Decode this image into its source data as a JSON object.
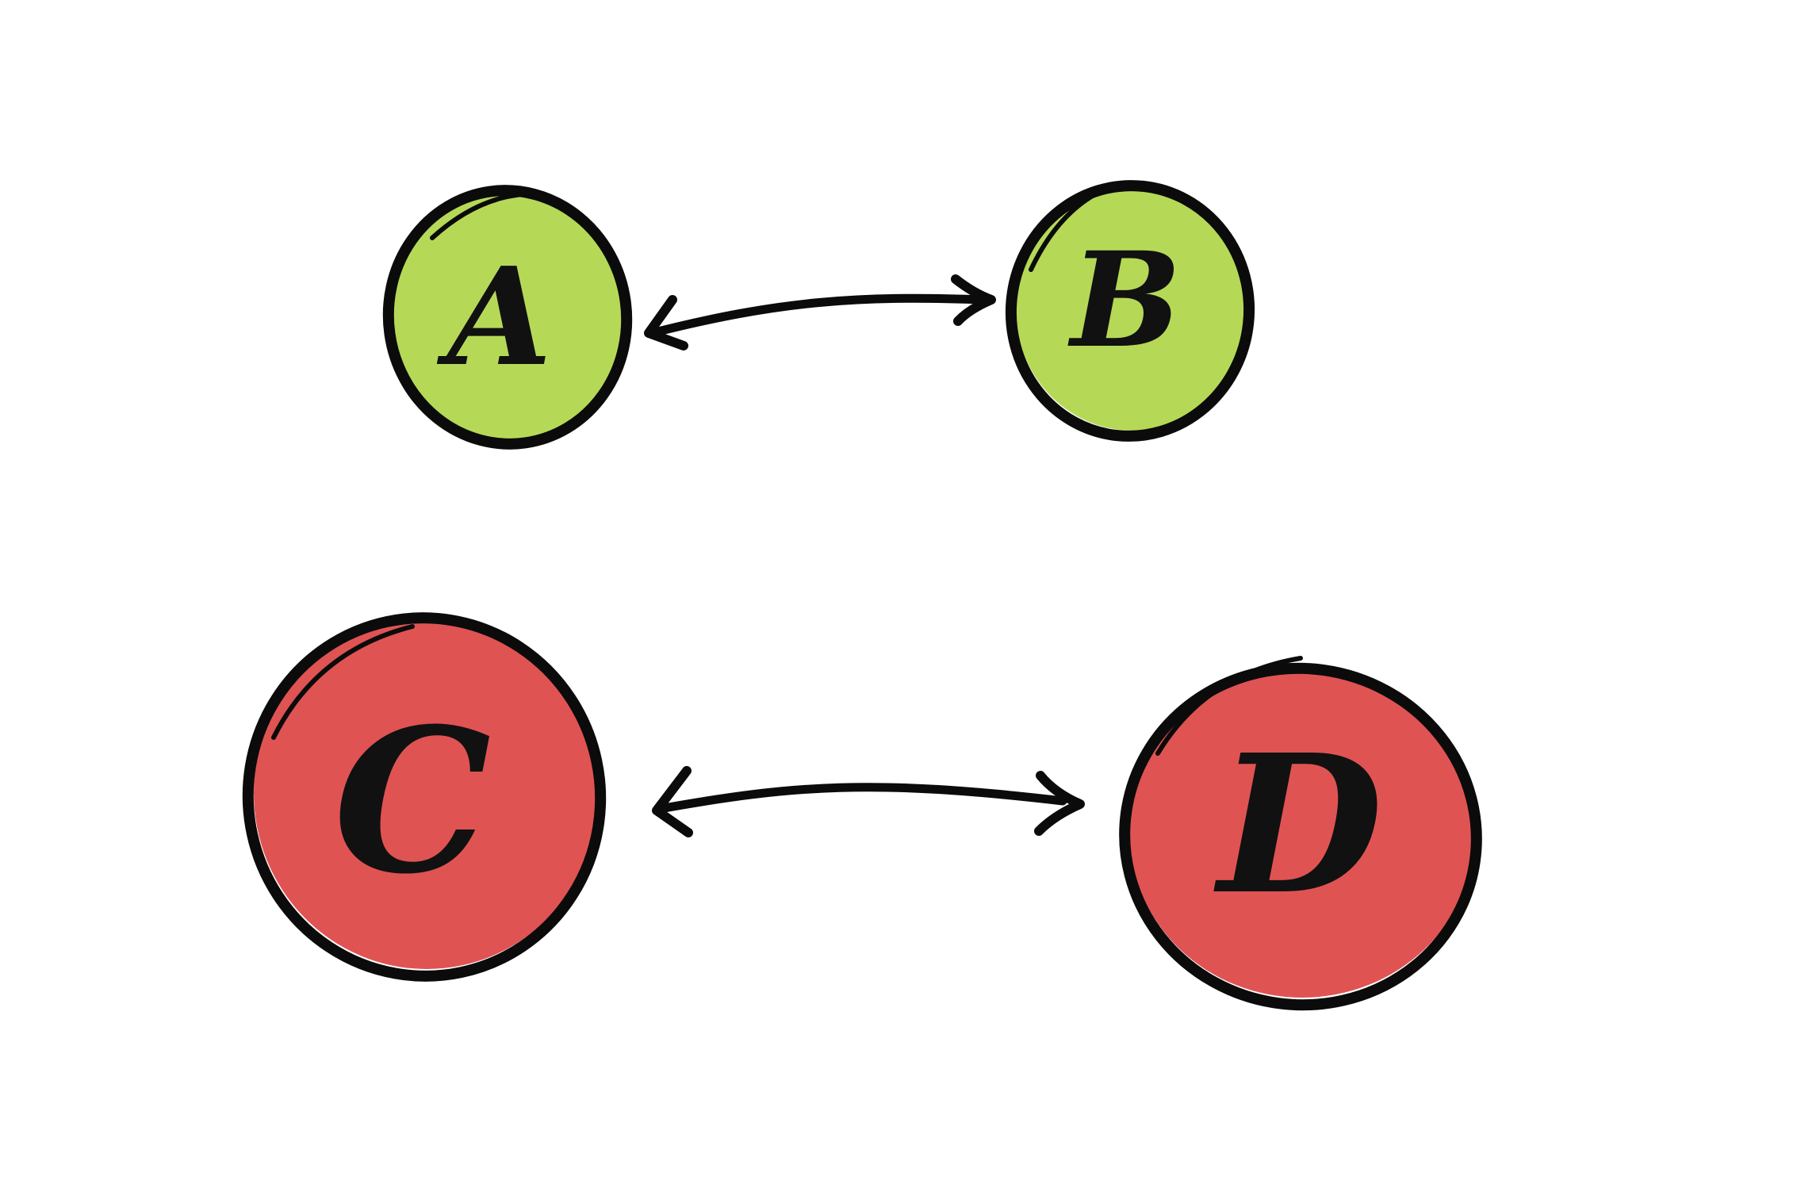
{
  "nodes": [
    {
      "id": "a",
      "label": "A",
      "color": "#b5d957"
    },
    {
      "id": "b",
      "label": "B",
      "color": "#b5d957"
    },
    {
      "id": "c",
      "label": "C",
      "color": "#e05353"
    },
    {
      "id": "d",
      "label": "D",
      "color": "#e05353"
    }
  ],
  "edges": [
    {
      "from": "A",
      "to": "B",
      "direction": "both"
    },
    {
      "from": "C",
      "to": "D",
      "direction": "both"
    }
  ]
}
